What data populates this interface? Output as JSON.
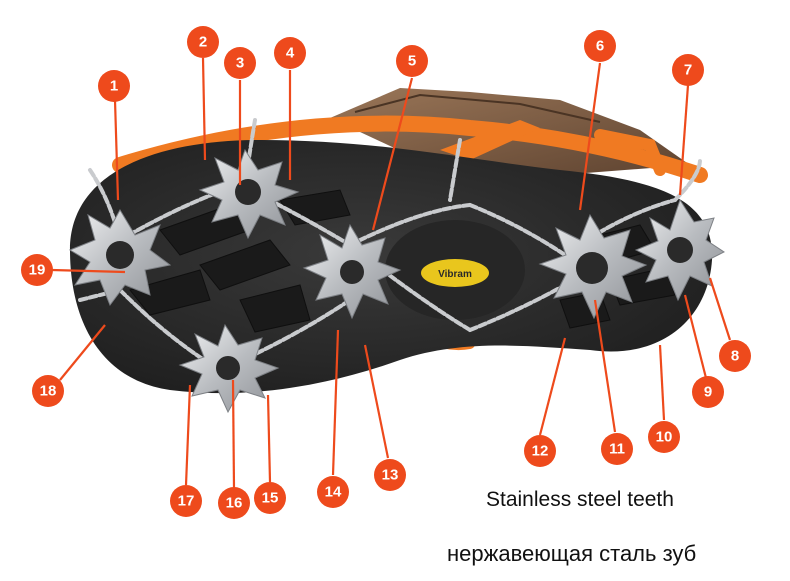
{
  "markers": [
    "1",
    "2",
    "3",
    "4",
    "5",
    "6",
    "7",
    "8",
    "9",
    "10",
    "11",
    "12",
    "13",
    "14",
    "15",
    "16",
    "17",
    "18",
    "19"
  ],
  "caption_en": "Stainless steel teeth",
  "caption_ru": "нержавеющая сталь  зуб",
  "sole_badge": "Vibram",
  "colors": {
    "accent": "#ee4a1c",
    "sole": "#2b2b2b",
    "rubber_band": "#f07a22",
    "boot_leather": "#7a5a44",
    "steel": "#c9cbce",
    "badge": "#e9c61d"
  }
}
